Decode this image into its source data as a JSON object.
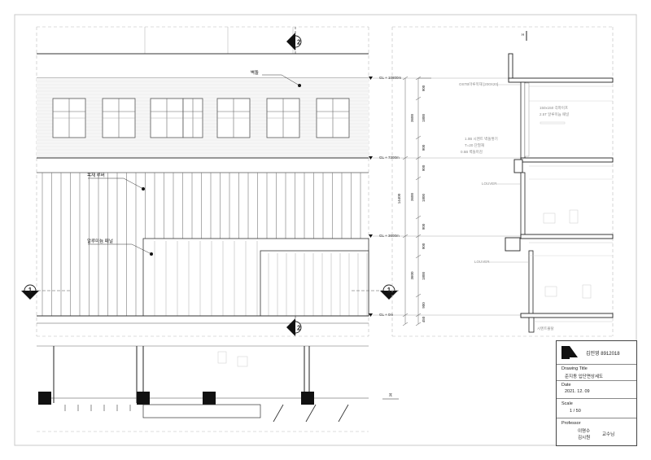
{
  "elevation": {
    "labels": {
      "brick": "벽돌",
      "wood_louver": "목재 루버",
      "aluminum_panel": "알루미늄 패널"
    },
    "levels": [
      "GL + 10800m",
      "GL + 7300m",
      "GL + 3600m",
      "GL + 0m"
    ],
    "section_markers": {
      "top": "2",
      "bottom": "2",
      "left": "1",
      "right": "1"
    }
  },
  "section": {
    "dim_total": "14400",
    "dims_outer": [
      "3600",
      "3600",
      "3600"
    ],
    "dims_inner": [
      "900",
      "1800",
      "900",
      "900",
      "1800",
      "900",
      "900",
      "1800",
      "900",
      "450"
    ],
    "notes": [
      "OSTB마루목재 [200X20]",
      "150x150 각파이프",
      "2.5T 알루미늄 패널",
      "LOUVER",
      "LOUVER",
      "1.0B 시멘트 벽돌쌓기",
      "T=20 단열재",
      "0.5B 벽돌마감",
      "시멘트몰탈"
    ],
    "marker_top": "H"
  },
  "plan": {
    "north_marker": "π"
  },
  "title_block": {
    "student": "김민영 8912018",
    "drawing_title_label": "Drawing Title",
    "drawing_title": "준지동 입단면상세도",
    "date_label": "Date",
    "date": "2021. 12. 09",
    "scale_label": "Scale",
    "scale": "1 / 50",
    "professor_label": "Professor",
    "professor_1": "이명수",
    "professor_2": "김시원",
    "professor_suffix": "교수님"
  }
}
